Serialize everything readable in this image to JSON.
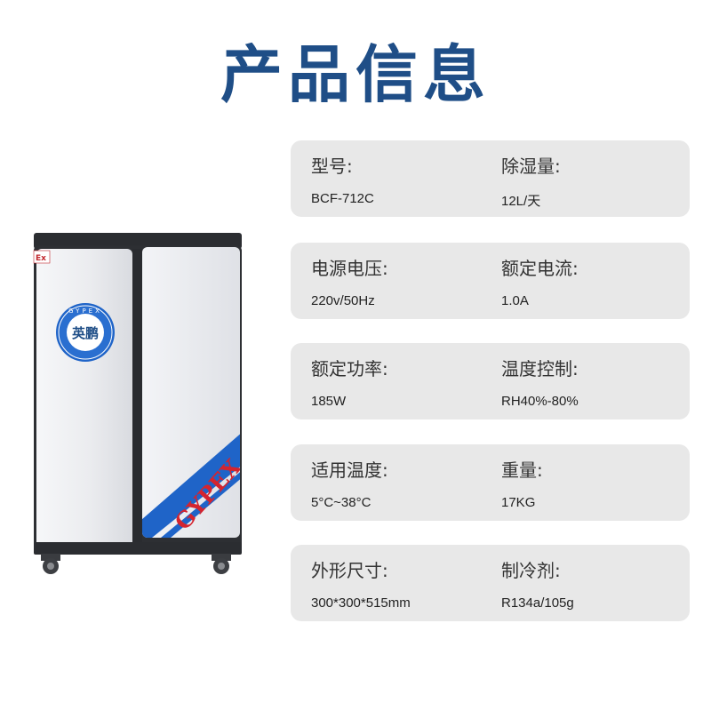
{
  "page": {
    "title": "产品信息"
  },
  "product": {
    "ex_mark": "Ex",
    "logo_ring_text": "GYPEX",
    "logo_center_text": "英鹏",
    "side_brand_text": "GYPEX",
    "colors": {
      "body": "#eeeff2",
      "frame": "#2d2f33",
      "accent": "#1f64c8",
      "brand_text": "#d4242f"
    }
  },
  "specs": [
    {
      "left_label": "型号:",
      "left_value": "BCF-712C",
      "right_label": "除湿量:",
      "right_value": "12L/天"
    },
    {
      "left_label": "电源电压:",
      "left_value": "220v/50Hz",
      "right_label": "额定电流:",
      "right_value": "1.0A"
    },
    {
      "left_label": "额定功率:",
      "left_value": "185W",
      "right_label": "温度控制:",
      "right_value": "RH40%-80%"
    },
    {
      "left_label": "适用温度:",
      "left_value": "5°C~38°C",
      "right_label": "重量:",
      "right_value": "17KG"
    },
    {
      "left_label": "外形尺寸:",
      "left_value": "300*300*515mm",
      "right_label": "制冷剂:",
      "right_value": "R134a/105g"
    }
  ]
}
